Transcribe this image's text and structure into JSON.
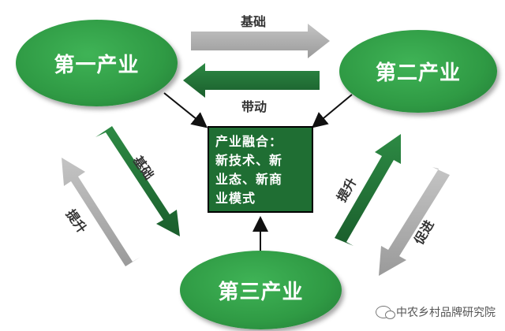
{
  "nodes": {
    "primary": "第一产业",
    "secondary": "第二产业",
    "tertiary": "第三产业"
  },
  "center": {
    "text": "产业融合：\n新技术、新\n业态、新商\n业模式"
  },
  "arrows": {
    "top_gray_label": "基础",
    "top_green_label": "带动",
    "left_green_label": "基础",
    "left_gray_label": "提升",
    "right_green_label": "提升",
    "right_gray_label": "促进"
  },
  "watermark": {
    "text": "中农乡村品牌研究院",
    "icon": "wechat-icon"
  },
  "colors": {
    "node_green": "#2f9a44",
    "dark_green": "#1e6b33",
    "center_fill": "#1f6e33",
    "gray_arrow": "#a8a8a8"
  }
}
